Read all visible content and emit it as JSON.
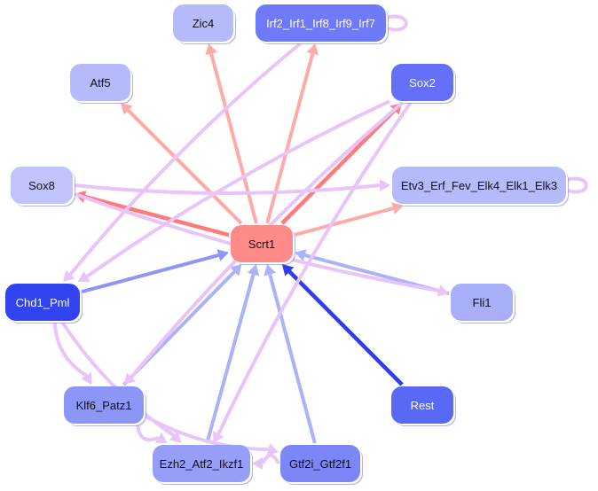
{
  "colors": {
    "activate_strong": "#ff7a7a",
    "activate_weak": "#ffaaaa",
    "repress_strong": "#2f3cf2",
    "repress_medium": "#8c96f5",
    "repress_weak": "#aab2fa",
    "other": "#e8c4f8"
  },
  "nodes": [
    {
      "id": "Zic4",
      "label": "Zic4",
      "fill": "#b4bafa",
      "text": "#111111"
    },
    {
      "id": "Irf",
      "label": "Irf2_Irf1_Irf8_Irf9_Irf7",
      "fill": "#6e7af8",
      "text": "#ffffff"
    },
    {
      "id": "Atf5",
      "label": "Atf5",
      "fill": "#b4bafa",
      "text": "#111111"
    },
    {
      "id": "Sox2",
      "label": "Sox2",
      "fill": "#6470f8",
      "text": "#ffffff"
    },
    {
      "id": "Sox8",
      "label": "Sox8",
      "fill": "#c0c4fa",
      "text": "#111111"
    },
    {
      "id": "Etv3",
      "label": "Etv3_Erf_Fev_Elk4_Elk1_Elk3",
      "fill": "#b4bafa",
      "text": "#111111"
    },
    {
      "id": "Scrt1",
      "label": "Scrt1",
      "fill": "#ff8a8a",
      "text": "#111111"
    },
    {
      "id": "Chd1",
      "label": "Chd1_Pml",
      "fill": "#3244f0",
      "text": "#ffffff"
    },
    {
      "id": "Fli1",
      "label": "Fli1",
      "fill": "#a8aef8",
      "text": "#111111"
    },
    {
      "id": "Klf6",
      "label": "Klf6_Patz1",
      "fill": "#8c96f6",
      "text": "#111111"
    },
    {
      "id": "Rest",
      "label": "Rest",
      "fill": "#5a68f6",
      "text": "#ffffff"
    },
    {
      "id": "Ezh2",
      "label": "Ezh2_Atf2_Ikzf1",
      "fill": "#969ef8",
      "text": "#111111"
    },
    {
      "id": "Gtf2i",
      "label": "Gtf2i_Gtf2f1",
      "fill": "#7c86f6",
      "text": "#111111"
    }
  ],
  "edges": [
    {
      "from": "Scrt1",
      "to": "Zic4",
      "type": "activate_weak"
    },
    {
      "from": "Scrt1",
      "to": "Irf",
      "type": "activate_weak"
    },
    {
      "from": "Scrt1",
      "to": "Atf5",
      "type": "activate_weak"
    },
    {
      "from": "Scrt1",
      "to": "Sox2",
      "type": "activate_strong"
    },
    {
      "from": "Scrt1",
      "to": "Sox8",
      "type": "activate_strong"
    },
    {
      "from": "Scrt1",
      "to": "Etv3",
      "type": "activate_weak"
    },
    {
      "from": "Chd1",
      "to": "Scrt1",
      "type": "repress_medium"
    },
    {
      "from": "Fli1",
      "to": "Scrt1",
      "type": "repress_weak"
    },
    {
      "from": "Klf6",
      "to": "Scrt1",
      "type": "repress_weak"
    },
    {
      "from": "Ezh2",
      "to": "Scrt1",
      "type": "repress_weak"
    },
    {
      "from": "Gtf2i",
      "to": "Scrt1",
      "type": "repress_weak"
    },
    {
      "from": "Rest",
      "to": "Scrt1",
      "type": "repress_strong"
    },
    {
      "from": "Irf",
      "to": "Chd1",
      "type": "other"
    },
    {
      "from": "Sox2",
      "to": "Chd1",
      "type": "other"
    },
    {
      "from": "Sox2",
      "to": "Klf6",
      "type": "other"
    },
    {
      "from": "Sox2",
      "to": "Ezh2",
      "type": "other"
    },
    {
      "from": "Sox8",
      "to": "Fli1",
      "type": "other"
    },
    {
      "from": "Sox8",
      "to": "Etv3",
      "type": "other"
    },
    {
      "from": "Chd1",
      "to": "Klf6",
      "type": "other"
    },
    {
      "from": "Chd1",
      "to": "Ezh2",
      "type": "other"
    },
    {
      "from": "Klf6",
      "to": "Gtf2i",
      "type": "other"
    },
    {
      "from": "Klf6",
      "to": "Ezh2",
      "type": "other"
    },
    {
      "from": "Gtf2i",
      "to": "Ezh2",
      "type": "other"
    },
    {
      "from": "Irf",
      "to": "Irf",
      "type": "other"
    },
    {
      "from": "Etv3",
      "to": "Etv3",
      "type": "other"
    }
  ]
}
